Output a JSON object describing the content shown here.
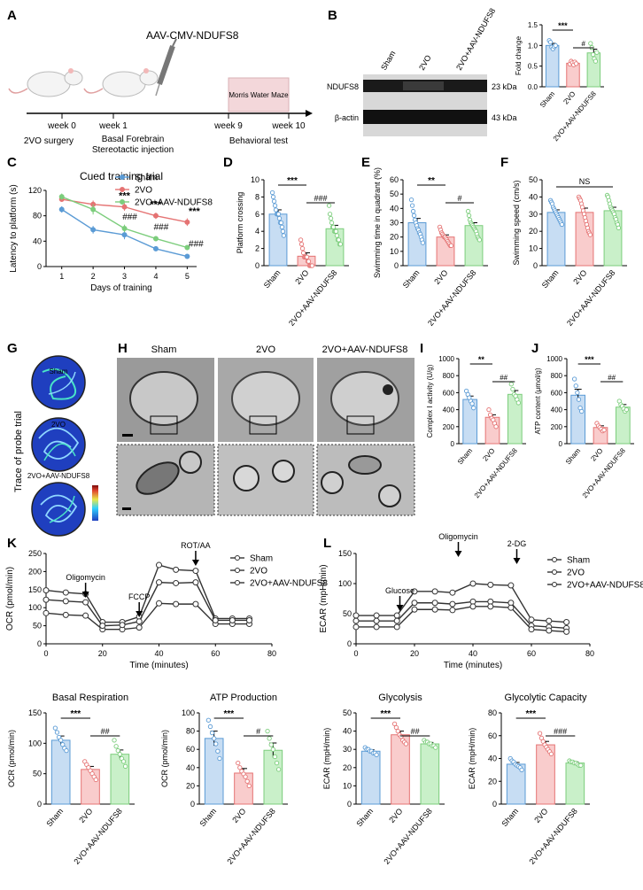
{
  "colors": {
    "sham": "#5b9bd5",
    "vo": "#e57373",
    "aav": "#7ccd7c",
    "sham_fill": "#c7ddf3",
    "vo_fill": "#f9cccc",
    "aav_fill": "#c9f0c9",
    "wb_band": "#1a1a1a"
  },
  "groups": [
    "Sham",
    "2VO",
    "2VO+AAV-NDUFS8"
  ],
  "panelA": {
    "letter": "A",
    "vector": "AAV-CMV-NDUFS8",
    "weeks": [
      "week 0",
      "week 1",
      "week 9",
      "week 10"
    ],
    "events": [
      "2VO surgery",
      "Basal Forebrain",
      "Stereotactic injection",
      "Behavioral test"
    ],
    "maze": "Morris Water Maze"
  },
  "panelB": {
    "letter": "B",
    "rows": [
      "NDUFS8",
      "β-actin"
    ],
    "sizes": [
      "23 kDa",
      "43 kDa"
    ],
    "chart_data": {
      "type": "bar",
      "categories": [
        "Sham",
        "2VO",
        "2VO+AAV-NDUFS8"
      ],
      "values": [
        1.0,
        0.57,
        0.82
      ],
      "errors": [
        0.05,
        0.03,
        0.09
      ],
      "ylabel": "Fold change",
      "ylim": [
        0,
        1.5
      ],
      "yticks": [
        "0.0",
        "0.5",
        "1.0",
        "1.5"
      ],
      "sig": [
        "***",
        "#"
      ],
      "points": [
        [
          1.12,
          1.08,
          0.96,
          0.92,
          0.97,
          1.0
        ],
        [
          0.55,
          0.62,
          0.58,
          0.53,
          0.6,
          0.56
        ],
        [
          1.05,
          0.95,
          0.78,
          0.68,
          0.62,
          0.83
        ]
      ]
    }
  },
  "panelC": {
    "letter": "C",
    "chart_data": {
      "type": "line",
      "title": "Cued training trial",
      "xlabel": "Days of training",
      "ylabel": "Latency to platform (s)",
      "x": [
        1,
        2,
        3,
        4,
        5
      ],
      "ylim": [
        0,
        120
      ],
      "yticks": [
        "0",
        "40",
        "80",
        "120"
      ],
      "series": [
        {
          "name": "Sham",
          "values": [
            90,
            58,
            50,
            28,
            16
          ],
          "errors": [
            5,
            6,
            7,
            3,
            2
          ]
        },
        {
          "name": "2VO",
          "values": [
            106,
            98,
            94,
            80,
            70
          ],
          "errors": [
            4,
            6,
            6,
            5,
            6
          ]
        },
        {
          "name": "2VO+AAV-NDUFS8",
          "values": [
            110,
            90,
            60,
            44,
            30
          ],
          "errors": [
            5,
            8,
            6,
            4,
            4
          ]
        }
      ],
      "sig_top": [
        "***",
        "***",
        "***"
      ],
      "sig_bottom": [
        "###",
        "###",
        "###"
      ]
    }
  },
  "panelD": {
    "letter": "D",
    "chart_data": {
      "type": "bar",
      "categories": [
        "Sham",
        "2VO",
        "2VO+AAV-NDUFS8"
      ],
      "values": [
        6.0,
        1.1,
        4.3
      ],
      "errors": [
        0.5,
        0.4,
        0.4
      ],
      "ylabel": "Platform crossing",
      "ylim": [
        0,
        10
      ],
      "yticks": [
        "0",
        "2",
        "4",
        "6",
        "8",
        "10"
      ],
      "sig": [
        "***",
        "###"
      ],
      "points": [
        [
          8.5,
          8,
          7.5,
          7,
          6.5,
          6,
          6,
          6,
          5.5,
          5,
          5,
          4.5,
          4,
          3.5
        ],
        [
          3,
          2.5,
          2,
          1.5,
          1,
          1,
          1,
          1,
          0.5,
          0.5,
          0,
          0,
          0,
          0
        ],
        [
          7,
          6,
          5.5,
          5,
          4.5,
          4.5,
          4,
          4,
          4,
          3.5,
          3,
          3,
          2.5,
          2.5
        ]
      ]
    }
  },
  "panelE": {
    "letter": "E",
    "chart_data": {
      "type": "bar",
      "categories": [
        "Sham",
        "2VO",
        "2VO+AAV-NDUFS8"
      ],
      "values": [
        30,
        20,
        28
      ],
      "errors": [
        3,
        1.5,
        2
      ],
      "ylabel": "Swimming time in quadrant (%)",
      "ylim": [
        0,
        60
      ],
      "yticks": [
        "0",
        "10",
        "20",
        "30",
        "40",
        "50",
        "60"
      ],
      "sig": [
        "**",
        "#"
      ],
      "points": [
        [
          46,
          42,
          38,
          35,
          32,
          30,
          28,
          26,
          25,
          23,
          22,
          20,
          18,
          16
        ],
        [
          27,
          25,
          23,
          22,
          21,
          20,
          20,
          19,
          18,
          17,
          16,
          15,
          14,
          14
        ],
        [
          38,
          35,
          32,
          30,
          29,
          28,
          27,
          26,
          25,
          24,
          22,
          20,
          19,
          18
        ]
      ]
    }
  },
  "panelF": {
    "letter": "F",
    "chart_data": {
      "type": "bar",
      "categories": [
        "Sham",
        "2VO",
        "2VO+AAV-NDUFS8"
      ],
      "values": [
        31,
        31,
        32
      ],
      "errors": [
        1.5,
        2.5,
        2
      ],
      "ylabel": "Swimming speed (cm/s)",
      "ylim": [
        0,
        50
      ],
      "yticks": [
        "0",
        "10",
        "20",
        "30",
        "40",
        "50"
      ],
      "sig": [
        "NS"
      ],
      "points": [
        [
          38,
          37,
          36,
          34,
          33,
          32,
          31,
          30,
          29,
          28,
          27,
          26,
          25,
          24
        ],
        [
          40,
          39,
          38,
          36,
          34,
          32,
          30,
          28,
          26,
          24,
          22,
          20,
          19,
          18
        ],
        [
          41,
          40,
          38,
          36,
          34,
          33,
          32,
          31,
          30,
          28,
          27,
          25,
          24,
          22
        ]
      ]
    }
  },
  "panelG": {
    "letter": "G",
    "side": "Trace of probe trial",
    "labels": [
      "Sham",
      "2VO",
      "2VO+AAV-NDUFS8"
    ]
  },
  "panelH": {
    "letter": "H",
    "labels": [
      "Sham",
      "2VO",
      "2VO+AAV-NDUFS8"
    ]
  },
  "panelI": {
    "letter": "I",
    "chart_data": {
      "type": "bar",
      "categories": [
        "Sham",
        "2VO",
        "2VO+AAV-NDUFS8"
      ],
      "values": [
        520,
        310,
        580
      ],
      "errors": [
        40,
        30,
        45
      ],
      "ylabel": "Complex Ⅰ activity (U/g)",
      "ylim": [
        0,
        1000
      ],
      "yticks": [
        "0",
        "200",
        "400",
        "600",
        "800",
        "1000"
      ],
      "sig": [
        "**",
        "##"
      ],
      "points": [
        [
          620,
          580,
          540,
          500,
          470,
          420
        ],
        [
          400,
          340,
          300,
          280,
          240,
          200
        ],
        [
          700,
          640,
          580,
          560,
          520,
          480
        ]
      ]
    }
  },
  "panelJ": {
    "letter": "J",
    "chart_data": {
      "type": "bar",
      "categories": [
        "Sham",
        "2VO",
        "2VO+AAV-NDUFS8"
      ],
      "values": [
        570,
        190,
        430
      ],
      "errors": [
        70,
        20,
        30
      ],
      "ylabel": "ATP content (μmol/g)",
      "ylim": [
        0,
        1000
      ],
      "yticks": [
        "0",
        "200",
        "400",
        "600",
        "800",
        "1000"
      ],
      "sig": [
        "***",
        "##"
      ],
      "points": [
        [
          760,
          680,
          600,
          520,
          420,
          380
        ],
        [
          240,
          210,
          190,
          170,
          150,
          160
        ],
        [
          500,
          460,
          440,
          410,
          380,
          400
        ]
      ]
    }
  },
  "panelK": {
    "letter": "K",
    "chart_data": {
      "type": "line",
      "xlabel": "Time (minutes)",
      "ylabel": "OCR (pmol/min)",
      "x": [
        0,
        7,
        14,
        20,
        27,
        33,
        40,
        46,
        53,
        60,
        66,
        72
      ],
      "xlim": [
        0,
        80
      ],
      "xticks": [
        "0",
        "20",
        "40",
        "60",
        "80"
      ],
      "ylim": [
        0,
        250
      ],
      "yticks": [
        "0",
        "50",
        "100",
        "150",
        "200",
        "250"
      ],
      "series": [
        {
          "name": "Sham",
          "values": [
            148,
            142,
            138,
            60,
            60,
            75,
            218,
            205,
            202,
            70,
            70,
            70
          ]
        },
        {
          "name": "2VO",
          "values": [
            85,
            80,
            78,
            40,
            40,
            45,
            112,
            110,
            110,
            55,
            55,
            55
          ]
        },
        {
          "name": "2VO+AAV-NDUFS8",
          "values": [
            122,
            118,
            115,
            50,
            52,
            62,
            170,
            168,
            170,
            65,
            65,
            65
          ]
        }
      ],
      "injections": [
        "Oligomycin",
        "FCCP",
        "ROT/AA"
      ]
    }
  },
  "panelK1": {
    "chart_data": {
      "type": "bar",
      "title": "Basal Respiration",
      "categories": [
        "Sham",
        "2VO",
        "2VO+AAV-NDUFS8"
      ],
      "values": [
        105,
        57,
        82
      ],
      "errors": [
        7,
        5,
        7
      ],
      "ylabel": "OCR (pmol/min)",
      "ylim": [
        0,
        150
      ],
      "yticks": [
        "0",
        "50",
        "100",
        "150"
      ],
      "sig": [
        "***",
        "##"
      ],
      "points": [
        [
          125,
          118,
          110,
          105,
          98,
          92,
          88
        ],
        [
          70,
          65,
          60,
          55,
          50,
          45,
          40
        ],
        [
          105,
          95,
          88,
          82,
          75,
          70,
          62
        ]
      ]
    }
  },
  "panelK2": {
    "chart_data": {
      "type": "bar",
      "title": "ATP Production",
      "categories": [
        "Sham",
        "2VO",
        "2VO+AAV-NDUFS8"
      ],
      "values": [
        72,
        34,
        59
      ],
      "errors": [
        8,
        5,
        8
      ],
      "ylabel": "OCR (pmol/min)",
      "ylim": [
        0,
        100
      ],
      "yticks": [
        "0",
        "20",
        "40",
        "60",
        "80",
        "100"
      ],
      "sig": [
        "***",
        "#"
      ],
      "points": [
        [
          92,
          85,
          78,
          72,
          66,
          58,
          50
        ],
        [
          45,
          40,
          36,
          33,
          30,
          25,
          20
        ],
        [
          80,
          72,
          65,
          60,
          52,
          45,
          38
        ]
      ]
    }
  },
  "panelL": {
    "letter": "L",
    "chart_data": {
      "type": "line",
      "xlabel": "Time (minutes)",
      "ylabel": "ECAR (mpH/min)",
      "x": [
        0,
        7,
        14,
        20,
        27,
        33,
        40,
        46,
        53,
        60,
        66,
        72
      ],
      "xlim": [
        0,
        80
      ],
      "xticks": [
        "0",
        "20",
        "40",
        "60",
        "80"
      ],
      "ylim": [
        0,
        150
      ],
      "yticks": [
        "0",
        "50",
        "100",
        "150"
      ],
      "series": [
        {
          "name": "Sham",
          "values": [
            47,
            47,
            47,
            87,
            87,
            85,
            100,
            98,
            97,
            40,
            38,
            36
          ]
        },
        {
          "name": "2VO",
          "values": [
            38,
            38,
            38,
            68,
            68,
            66,
            70,
            70,
            68,
            30,
            28,
            26
          ]
        },
        {
          "name": "2VO+AAV-NDUFS8",
          "values": [
            28,
            28,
            28,
            57,
            57,
            56,
            62,
            62,
            60,
            24,
            22,
            20
          ]
        }
      ],
      "injections": [
        "Glucose",
        "Oligomycin",
        "2-DG"
      ]
    }
  },
  "panelL1": {
    "chart_data": {
      "type": "bar",
      "title": "Glycolysis",
      "categories": [
        "Sham",
        "2VO",
        "2VO+AAV-NDUFS8"
      ],
      "values": [
        29,
        38,
        33
      ],
      "errors": [
        0.8,
        2,
        0.8
      ],
      "ylabel": "ECAR (mpH/min)",
      "ylim": [
        0,
        50
      ],
      "yticks": [
        "0",
        "10",
        "20",
        "30",
        "40",
        "50"
      ],
      "sig": [
        "***",
        "##"
      ],
      "points": [
        [
          31,
          30,
          30,
          29,
          29,
          28,
          28,
          27
        ],
        [
          44,
          42,
          40,
          38,
          37,
          35,
          34,
          33
        ],
        [
          35,
          34,
          34,
          33,
          33,
          32,
          32,
          31
        ]
      ]
    }
  },
  "panelL2": {
    "chart_data": {
      "type": "bar",
      "title": "Glycolytic Capacity",
      "categories": [
        "Sham",
        "2VO",
        "2VO+AAV-NDUFS8"
      ],
      "values": [
        35,
        52,
        36
      ],
      "errors": [
        1.5,
        3,
        1
      ],
      "ylabel": "ECAR (mpH/min)",
      "ylim": [
        0,
        80
      ],
      "yticks": [
        "0",
        "20",
        "40",
        "60",
        "80"
      ],
      "sig": [
        "***",
        "###"
      ],
      "points": [
        [
          40,
          38,
          37,
          35,
          34,
          33,
          32,
          30
        ],
        [
          62,
          58,
          55,
          52,
          50,
          48,
          46,
          44
        ],
        [
          38,
          37,
          37,
          36,
          36,
          35,
          34,
          34
        ]
      ]
    }
  }
}
